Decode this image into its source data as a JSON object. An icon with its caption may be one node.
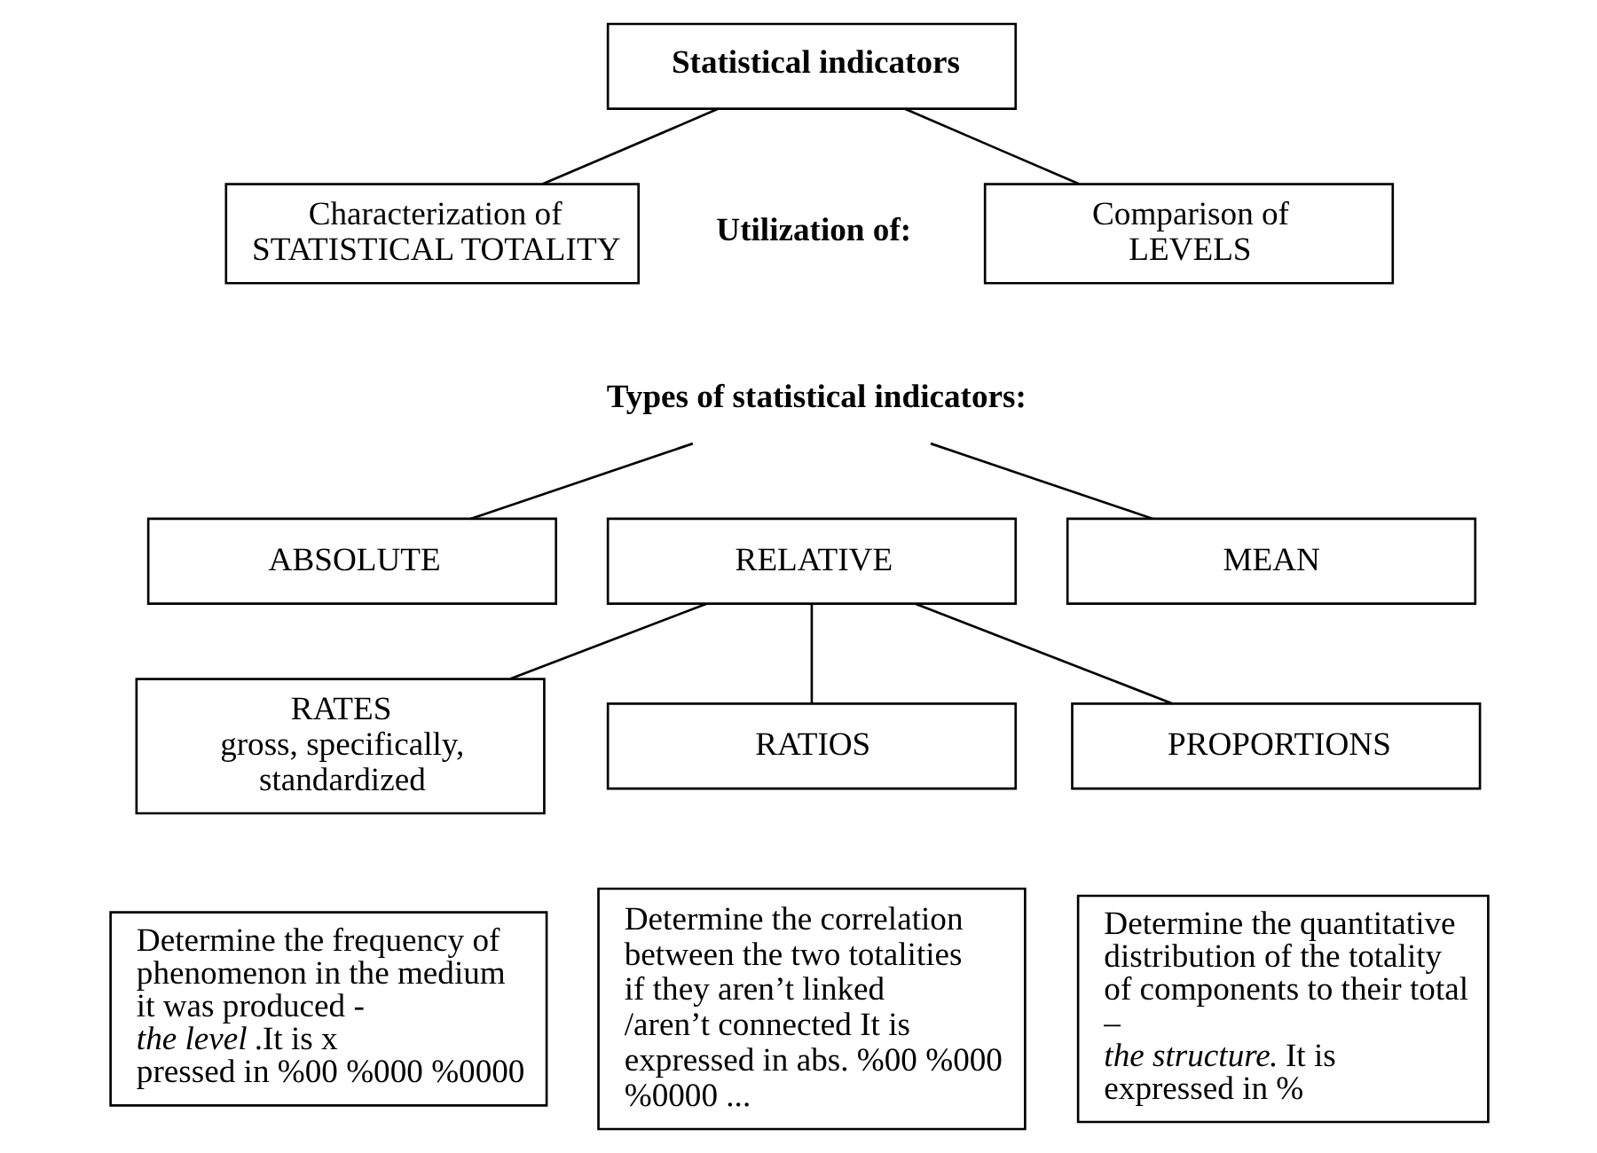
{
  "diagram": {
    "nodes": [
      {
        "text": [
          "Statistical indicators"
        ]
      },
      {
        "text": [
          "Characterization of STATISTICAL TOTALITY"
        ]
      },
      {
        "text": [
          "Comparison of LEVELS"
        ]
      },
      {
        "text": [
          "Types of statistical indicators:"
        ]
      },
      {
        "text": [
          "ABSOLUTE"
        ]
      },
      {
        "text": [
          "RELATIVE"
        ]
      },
      {
        "text": [
          "MEAN"
        ]
      },
      {
        "text": [
          "RATES",
          "gross, specifically, standardized"
        ]
      },
      {
        "text": [
          "RATIOS"
        ]
      },
      {
        "text": [
          "PROPORTIONS"
        ]
      },
      {
        "text": [
          "Determine the frequency of phenomenon in the medium it was produced - *the level* .It is x pressed in %00 %000 %0000"
        ]
      },
      {
        "text": [
          "Determine the correlation between the two totalities if they aren’t linked /aren’t connected It is expressed in abs. %00 %000 %0000 ..."
        ]
      },
      {
        "text": [
          "Determine the quantitative distribution of the totality of components to their total – *the structure*. It is expressed in %"
        ]
      }
    ],
    "edges": [
      {
        "from": 0,
        "to": 1,
        "arrow": "none"
      },
      {
        "from": 0,
        "to": 2,
        "arrow": "none"
      },
      {
        "from": 3,
        "to": 4,
        "arrow": "none"
      },
      {
        "from": 3,
        "to": 6,
        "arrow": "none"
      },
      {
        "from": 5,
        "to": 7,
        "arrow": "none"
      },
      {
        "from": 5,
        "to": 8,
        "arrow": "none"
      },
      {
        "from": 5,
        "to": 9,
        "arrow": "none"
      }
    ],
    "labels": [
      "Utilization of:"
    ]
  }
}
